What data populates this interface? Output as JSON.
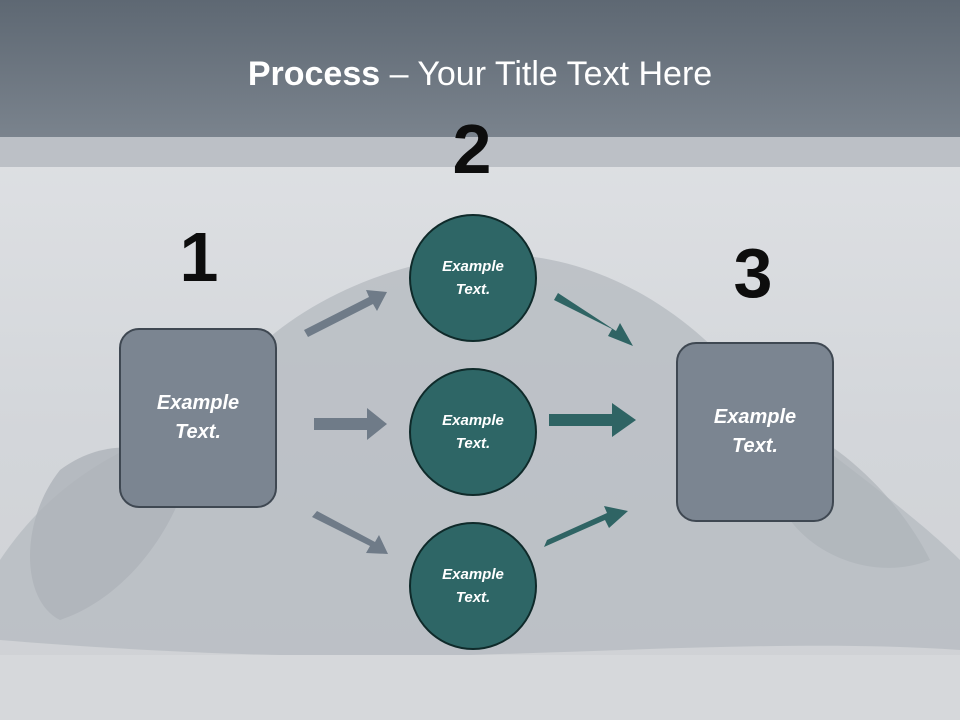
{
  "title": {
    "bold": "Process",
    "rest": " – Your Title Text Here"
  },
  "steps": [
    {
      "number": "1"
    },
    {
      "number": "2"
    },
    {
      "number": "3"
    }
  ],
  "left_box": {
    "text": "Example\nText."
  },
  "circles": [
    {
      "text": "Example\nText."
    },
    {
      "text": "Example\nText."
    },
    {
      "text": "Example\nText."
    }
  ],
  "right_box": {
    "text": "Example\nText."
  },
  "colors": {
    "header": "#6b747e",
    "box_fill": "#7b8591",
    "circle_fill": "#2e6666",
    "arrow_gray": "#6f7b88",
    "arrow_teal": "#2f6464"
  }
}
